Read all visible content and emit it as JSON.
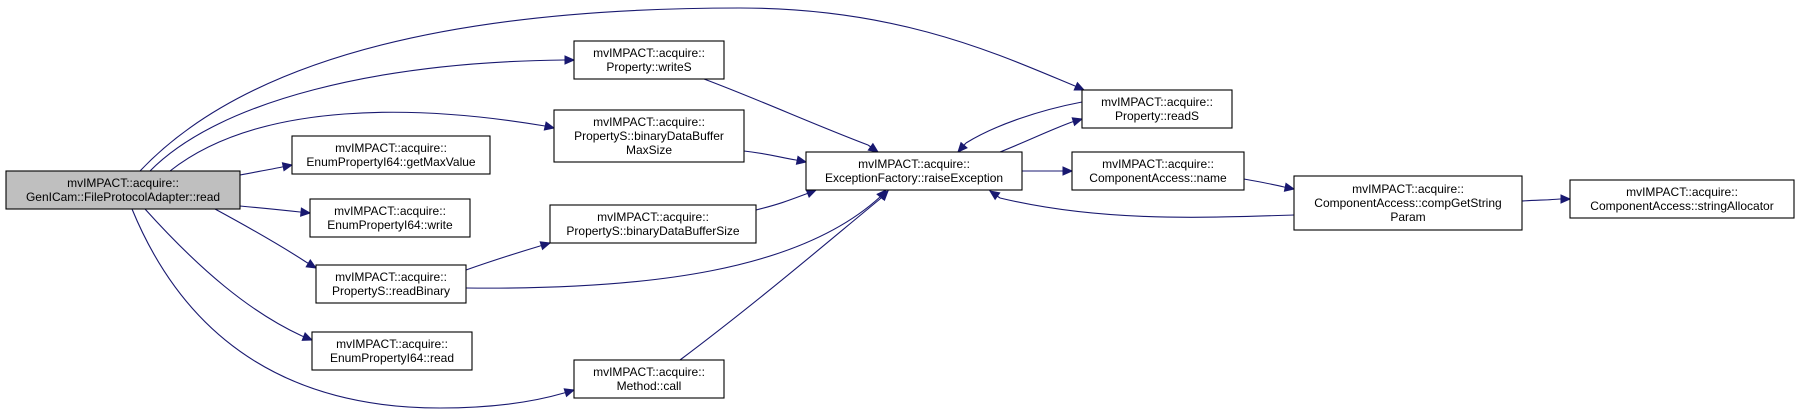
{
  "diagram": {
    "type": "call-graph",
    "colors": {
      "edge": "#191970",
      "root_fill": "#bfbfbf",
      "node_fill": "#ffffff",
      "node_border": "#000000"
    },
    "nodes": [
      {
        "id": "root",
        "lines": [
          "mvIMPACT::acquire::",
          "GenICam::FileProtocolAdapter::read"
        ],
        "highlighted": true
      },
      {
        "id": "writeS",
        "lines": [
          "mvIMPACT::acquire::",
          "Property::writeS"
        ]
      },
      {
        "id": "binMax",
        "lines": [
          "mvIMPACT::acquire::",
          "PropertyS::binaryDataBuffer",
          "MaxSize"
        ]
      },
      {
        "id": "getMax",
        "lines": [
          "mvIMPACT::acquire::",
          "EnumPropertyI64::getMaxValue"
        ]
      },
      {
        "id": "ewrite",
        "lines": [
          "mvIMPACT::acquire::",
          "EnumPropertyI64::write"
        ]
      },
      {
        "id": "readBin",
        "lines": [
          "mvIMPACT::acquire::",
          "PropertyS::readBinary"
        ]
      },
      {
        "id": "eread",
        "lines": [
          "mvIMPACT::acquire::",
          "EnumPropertyI64::read"
        ]
      },
      {
        "id": "call",
        "lines": [
          "mvIMPACT::acquire::",
          "Method::call"
        ]
      },
      {
        "id": "binSize",
        "lines": [
          "mvIMPACT::acquire::",
          "PropertyS::binaryDataBufferSize"
        ]
      },
      {
        "id": "raise",
        "lines": [
          "mvIMPACT::acquire::",
          "ExceptionFactory::raiseException"
        ]
      },
      {
        "id": "readS",
        "lines": [
          "mvIMPACT::acquire::",
          "Property::readS"
        ]
      },
      {
        "id": "name",
        "lines": [
          "mvIMPACT::acquire::",
          "ComponentAccess::name"
        ]
      },
      {
        "id": "compGet",
        "lines": [
          "mvIMPACT::acquire::",
          "ComponentAccess::compGetString",
          "Param"
        ]
      },
      {
        "id": "strAlloc",
        "lines": [
          "mvIMPACT::acquire::",
          "ComponentAccess::stringAllocator"
        ]
      }
    ],
    "edges": [
      {
        "from": "root",
        "to": "readS"
      },
      {
        "from": "root",
        "to": "writeS"
      },
      {
        "from": "root",
        "to": "binMax"
      },
      {
        "from": "root",
        "to": "getMax"
      },
      {
        "from": "root",
        "to": "ewrite"
      },
      {
        "from": "root",
        "to": "readBin"
      },
      {
        "from": "root",
        "to": "eread"
      },
      {
        "from": "root",
        "to": "call"
      },
      {
        "from": "writeS",
        "to": "raise"
      },
      {
        "from": "binMax",
        "to": "raise"
      },
      {
        "from": "binSize",
        "to": "raise"
      },
      {
        "from": "readBin",
        "to": "binSize"
      },
      {
        "from": "readBin",
        "to": "raise"
      },
      {
        "from": "call",
        "to": "raise"
      },
      {
        "from": "raise",
        "to": "readS"
      },
      {
        "from": "readS",
        "to": "raise"
      },
      {
        "from": "raise",
        "to": "name"
      },
      {
        "from": "name",
        "to": "compGet"
      },
      {
        "from": "compGet",
        "to": "raise"
      },
      {
        "from": "compGet",
        "to": "strAlloc"
      }
    ]
  }
}
